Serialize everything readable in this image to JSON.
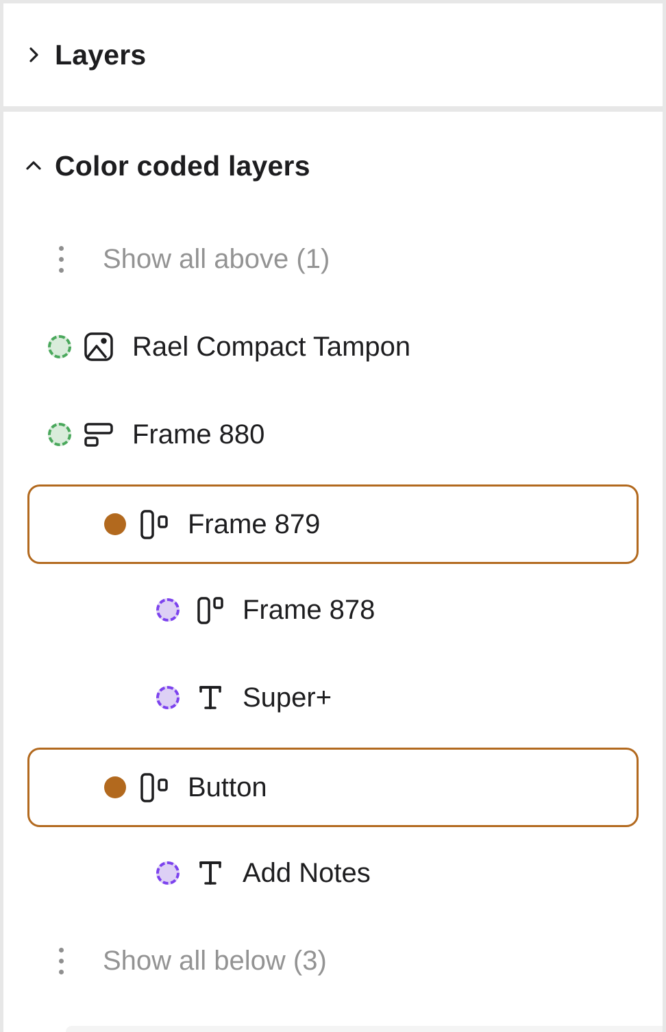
{
  "sections": {
    "layers": {
      "title": "Layers",
      "state": "collapsed"
    },
    "color_coded": {
      "title": "Color coded layers",
      "state": "expanded"
    }
  },
  "tree": {
    "show_all_above": {
      "label": "Show all above (1)"
    },
    "show_all_below": {
      "label": "Show all below (3)"
    },
    "items": [
      {
        "name": "Rael Compact Tampon",
        "icon": "image-icon",
        "badge": "green-dashed"
      },
      {
        "name": "Frame 880",
        "icon": "frame-icon",
        "badge": "green-dashed"
      },
      {
        "name": "Frame 879",
        "icon": "component-icon",
        "badge": "orange-solid",
        "selected": true
      },
      {
        "name": "Frame 878",
        "icon": "component-icon",
        "badge": "purple-dashed"
      },
      {
        "name": "Super+",
        "icon": "text-icon",
        "badge": "purple-dashed"
      },
      {
        "name": "Button",
        "icon": "component-icon",
        "badge": "orange-solid",
        "selected": true
      },
      {
        "name": "Add Notes",
        "icon": "text-icon",
        "badge": "purple-dashed"
      }
    ]
  },
  "colors": {
    "accent_orange": "#b2691e",
    "green_dash": "#4aa85c",
    "green_fill": "#d9ecdb",
    "purple_dash": "#7c42ee",
    "purple_fill": "#ddd0f5",
    "muted_text": "#939393",
    "label_text": "#1d1d1f",
    "background": "#e7e7e7"
  }
}
